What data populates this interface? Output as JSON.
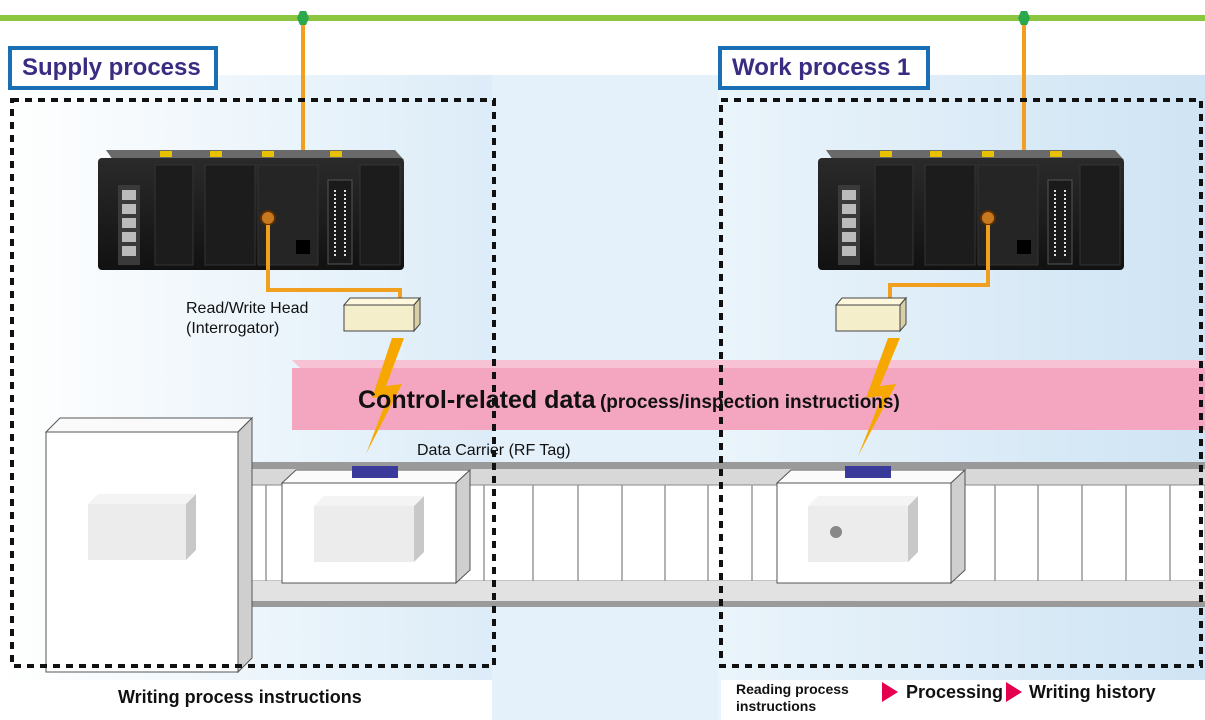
{
  "labels": {
    "supply_process": "Supply process",
    "work_process": "Work process 1"
  },
  "annotations": {
    "head_line1": "Read/Write Head",
    "head_line2": "(Interrogator)",
    "carrier": "Data Carrier (RF Tag)"
  },
  "band": {
    "title_main": "Control-related data",
    "title_sub": "(process/inspection instructions)"
  },
  "footer": {
    "left": "Writing process instructions",
    "right_step1_line1": "Reading process",
    "right_step1_line2": "instructions",
    "right_step2": "Processing",
    "right_step3": "Writing history"
  },
  "colors": {
    "network": "#8cc63e",
    "cable": "#f0a01e",
    "label_border": "#1a6fb4",
    "label_text": "#3a2c83",
    "data_band": "#f4a6c1",
    "lightning": "#f7a800",
    "arrow": "#e5004f",
    "tag": "#3a3a9a"
  }
}
